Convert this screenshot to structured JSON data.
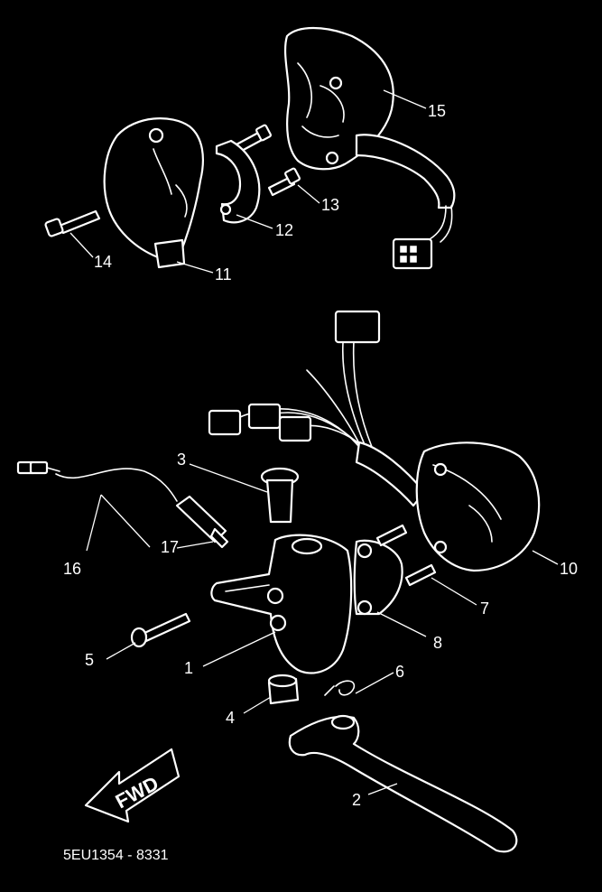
{
  "diagram": {
    "callouts": [
      {
        "id": "1",
        "label": "1"
      },
      {
        "id": "2",
        "label": "2"
      },
      {
        "id": "3",
        "label": "3"
      },
      {
        "id": "4",
        "label": "4"
      },
      {
        "id": "5",
        "label": "5"
      },
      {
        "id": "6",
        "label": "6"
      },
      {
        "id": "7",
        "label": "7"
      },
      {
        "id": "8",
        "label": "8"
      },
      {
        "id": "10",
        "label": "10"
      },
      {
        "id": "11",
        "label": "11"
      },
      {
        "id": "12",
        "label": "12"
      },
      {
        "id": "13",
        "label": "13"
      },
      {
        "id": "14",
        "label": "14"
      },
      {
        "id": "15",
        "label": "15"
      },
      {
        "id": "16",
        "label": "16"
      },
      {
        "id": "17",
        "label": "17"
      }
    ],
    "direction_label": "FWD",
    "drawing_code": "5EU1354 - 8331",
    "colors": {
      "background": "#000000",
      "line": "#ffffff"
    }
  }
}
